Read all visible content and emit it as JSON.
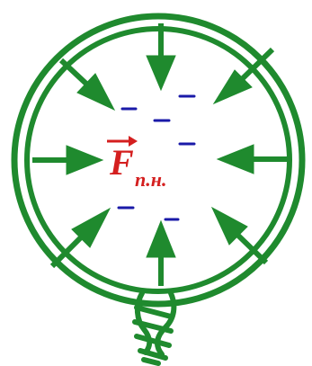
{
  "force_label": {
    "symbol": "F",
    "subscript": "п.н."
  },
  "colors": {
    "coil": "#1f8a2e",
    "arrows": "#1f8a2e",
    "charges": "#1a1aa8",
    "force_label": "#d41f1f"
  },
  "force_arrows": {
    "count": 8,
    "direction": "inward-radial"
  }
}
